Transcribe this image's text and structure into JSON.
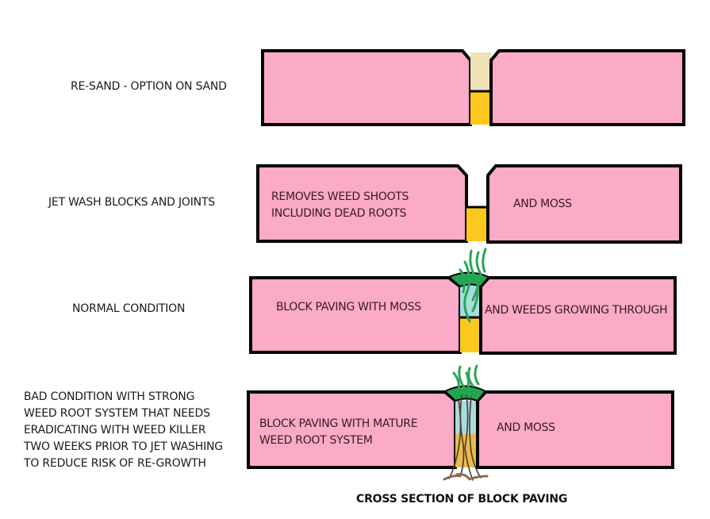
{
  "colors": {
    "block": "#fbaac7",
    "outline": "#000000",
    "sand_dry": "#ede2b6",
    "sand_bedding": "#fcc81e",
    "joint_moisture": "#a8dde0",
    "weed_green": "#22a552",
    "root_brown": "#7a5a44"
  },
  "rows": [
    {
      "id": "re-sand",
      "side_label": "RE-SAND - OPTION ON SAND",
      "left_block_text": [],
      "right_block_text": []
    },
    {
      "id": "jet-wash",
      "side_label": "JET WASH BLOCKS AND JOINTS",
      "left_block_text": [
        "REMOVES WEED SHOOTS",
        "INCLUDING DEAD ROOTS"
      ],
      "right_block_text": [
        "AND MOSS"
      ]
    },
    {
      "id": "normal",
      "side_label": "NORMAL CONDITION",
      "left_block_text": [
        "BLOCK PAVING WITH MOSS"
      ],
      "right_block_text": [
        "AND WEEDS GROWING THROUGH"
      ]
    },
    {
      "id": "bad",
      "side_label_lines": [
        "BAD CONDITION WITH STRONG",
        "WEED ROOT SYSTEM THAT NEEDS",
        "ERADICATING WITH WEED KILLER",
        "TWO WEEKS PRIOR TO JET WASHING",
        "TO REDUCE RISK OF RE-GROWTH"
      ],
      "left_block_text": [
        "BLOCK PAVING WITH MATURE",
        "WEED ROOT SYSTEM"
      ],
      "right_block_text": [
        "AND MOSS"
      ]
    }
  ],
  "caption": "CROSS SECTION OF BLOCK PAVING"
}
